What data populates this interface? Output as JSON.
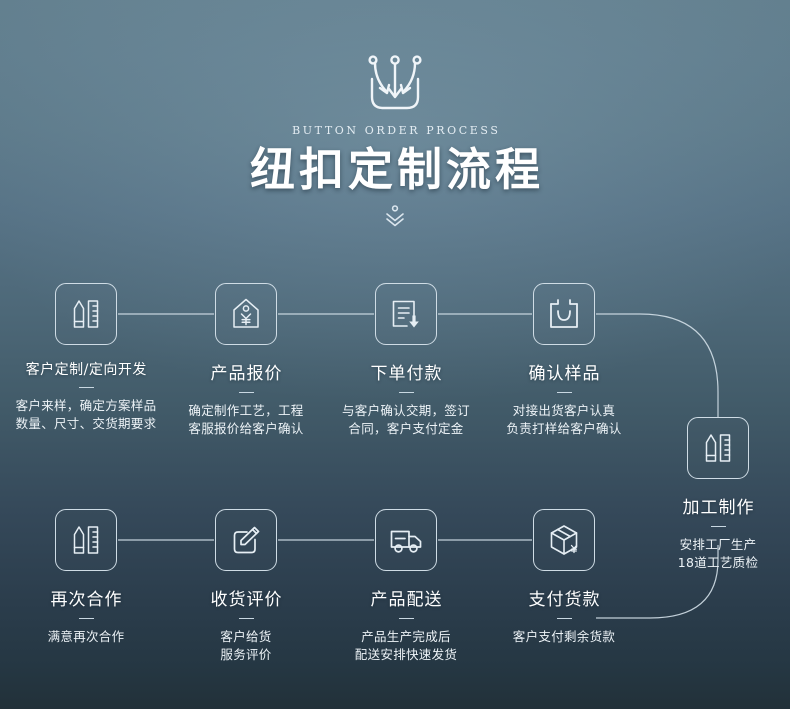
{
  "colors": {
    "bg_top": "#63808f",
    "bg_bottom": "#223139",
    "stroke": "#cfdce5",
    "text": "#ffffff",
    "desc_text": "#edf3f7"
  },
  "header": {
    "icon": "basket-with-arrows-icon",
    "eyebrow": "BUTTON ORDER PROCESS",
    "title": "纽扣定制流程",
    "divider_icon": "double-chevron-down-icon"
  },
  "steps": [
    {
      "id": "customization",
      "icon": "pencil-ruler-icon",
      "title": "客户定制/定向开发",
      "desc_line1": "客户来样，确定方案样品",
      "desc_line2": "数量、尺寸、交货期要求"
    },
    {
      "id": "quotation",
      "icon": "price-tag-yuan-icon",
      "title": "产品报价",
      "desc_line1": "确定制作工艺，工程",
      "desc_line2": "客服报价给客户确认"
    },
    {
      "id": "order-payment",
      "icon": "document-download-icon",
      "title": "下单付款",
      "desc_line1": "与客户确认交期，签订",
      "desc_line2": "合同，客户支付定金"
    },
    {
      "id": "sample-confirm",
      "icon": "shopping-bag-icon",
      "title": "确认样品",
      "desc_line1": "对接出货客户认真",
      "desc_line2": "负责打样给客户确认"
    },
    {
      "id": "manufacturing",
      "icon": "pencil-ruler-icon",
      "title": "加工制作",
      "desc_line1": "安排工厂生产",
      "desc_line2": "18道工艺质检"
    },
    {
      "id": "pay-balance",
      "icon": "package-yuan-icon",
      "title": "支付货款",
      "desc_line1": "客户支付剩余货款",
      "desc_line2": ""
    },
    {
      "id": "delivery",
      "icon": "delivery-truck-icon",
      "title": "产品配送",
      "desc_line1": "产品生产完成后",
      "desc_line2": "配送安排快速发货"
    },
    {
      "id": "receipt-review",
      "icon": "edit-pencil-icon",
      "title": "收货评价",
      "desc_line1": "客户给货",
      "desc_line2": "服务评价"
    },
    {
      "id": "repeat-cooperation",
      "icon": "pencil-ruler-icon",
      "title": "再次合作",
      "desc_line1": "满意再次合作",
      "desc_line2": ""
    }
  ]
}
